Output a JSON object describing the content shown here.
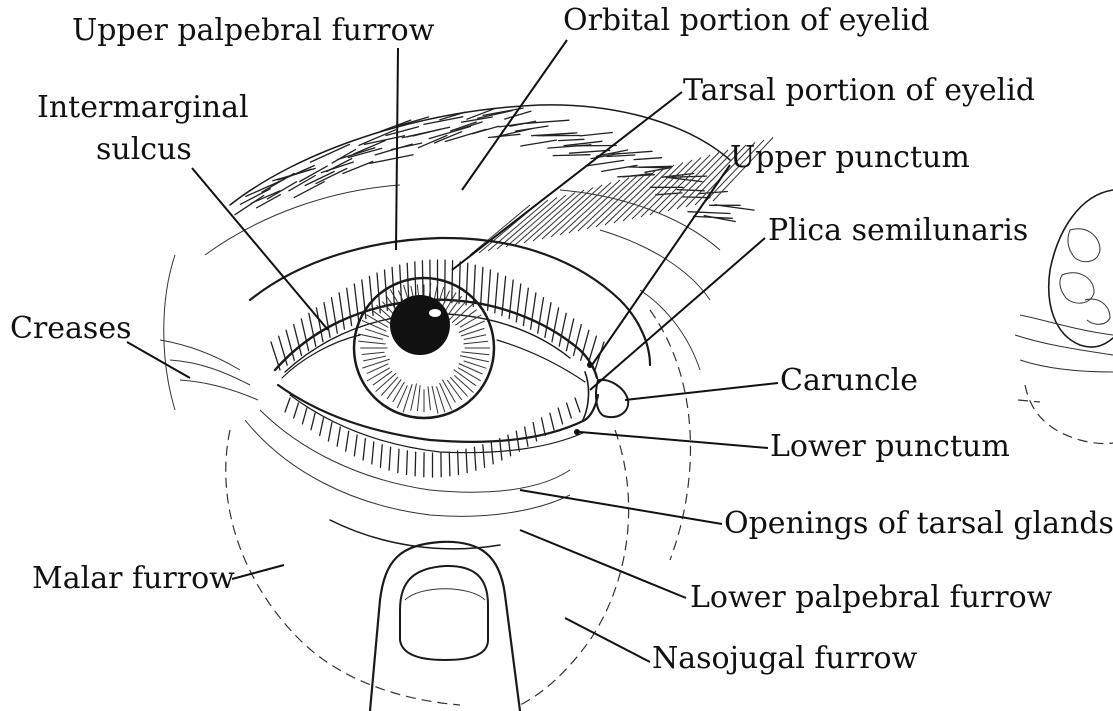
{
  "labels": {
    "upper_palpebral_furrow": "Upper palpebral furrow",
    "orbital_portion": "Orbital portion of eyelid",
    "tarsal_portion": "Tarsal portion of eyelid",
    "intermarginal_line1": "Intermarginal",
    "intermarginal_line2": "sulcus",
    "upper_punctum": "Upper punctum",
    "plica_semilunaris": "Plica semilunaris",
    "creases": "Creases",
    "caruncle": "Caruncle",
    "lower_punctum": "Lower punctum",
    "openings_tarsal_glands": "Openings of tarsal glands",
    "malar_furrow": "Malar furrow",
    "lower_palpebral_furrow": "Lower palpebral furrow",
    "nasojugal_furrow": "Nasojugal furrow"
  },
  "colors": {
    "ink": "#111111",
    "background": "#ffffff"
  }
}
